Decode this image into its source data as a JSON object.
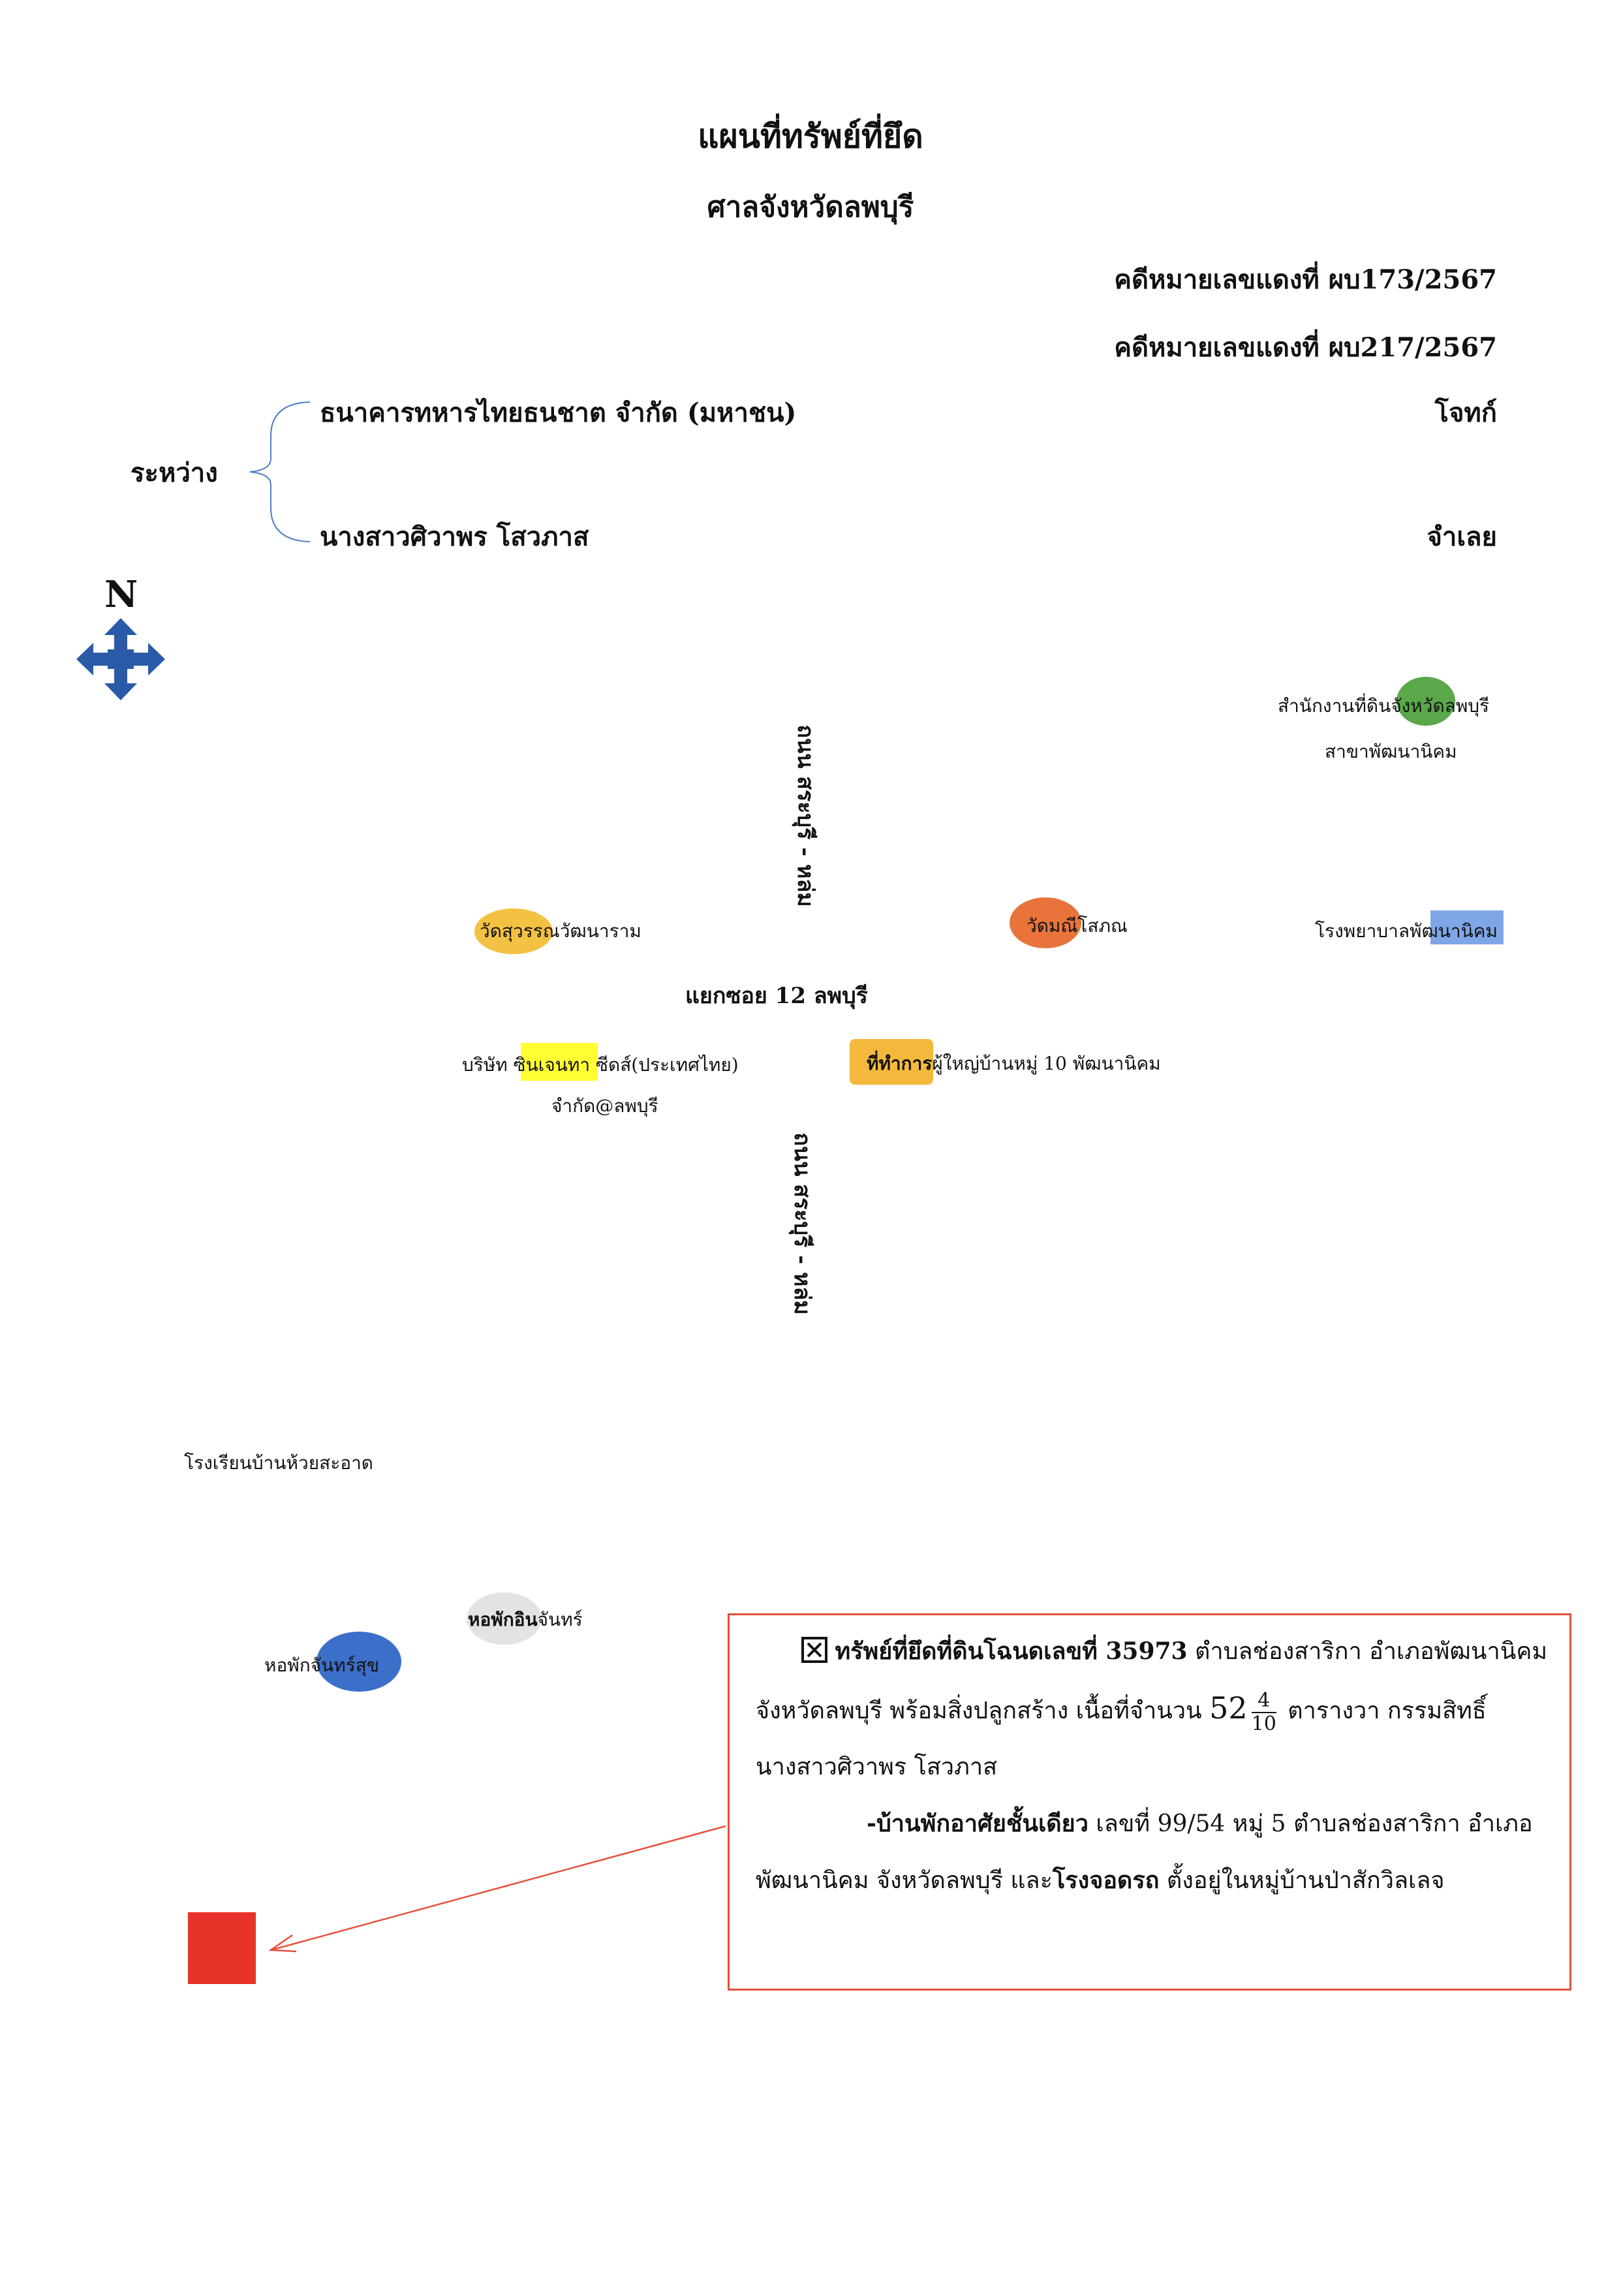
{
  "header": {
    "title": "แผนที่ทรัพย์ที่ยึด",
    "court": "ศาลจังหวัดลพบุรี",
    "case_no_1": "คดีหมายเลขแดงที่ ผบ173/2567",
    "case_no_2": "คดีหมายเลขแดงที่ ผบ217/2567"
  },
  "parties": {
    "between_label": "ระหว่าง",
    "plaintiff": "ธนาคารทหารไทยธนชาต จำกัด (มหาชน)",
    "plaintiff_role": "โจทก์",
    "defendant": "นางสาวศิวาพร โสวภาส",
    "defendant_role": "จำเลย"
  },
  "compass": {
    "label": "N",
    "icon": "compass-arrows-icon",
    "color": "#2a5aa8"
  },
  "map": {
    "road_north": "ถนน สระบุรี - หล่ม",
    "road_south": "ถนน สระบุรี - หล่ม",
    "intersection": "แยกซอย 12 ลพบุรี",
    "landmarks": {
      "land_office_1": "สำนักงานที่ดินจังหวัดลพบุรี",
      "land_office_2": "สาขาพัฒนานิคม",
      "wat_suwan": "วัดสุวรรณวัฒนาราม",
      "wat_mani": "วัดมณีโสภณ",
      "hospital": "โรงพยาบาลพัฒนานิคม",
      "company_prefix": "บริษัท",
      "company_hl": "ซินเจนทา",
      "company_suffix": "ซีดส์(ประเทศไทย)",
      "company_line2": "จำกัด@ลพบุรี",
      "village_office_hl": "ที่ทำการ",
      "village_office_rest": "ผู้ใหญ่บ้านหมู่ 10 พัฒนานิคม",
      "school": "โรงเรียนบ้านห้วยสะอาด",
      "dorm_in": "หอพักอินจันทร์",
      "dorm_in_bold": "หอพักอิน",
      "dorm_in_rest": "จันทร์",
      "dorm_chan": "หอพักจันทร์สุข"
    },
    "colors": {
      "green": "#5aa84a",
      "orange": "#e8743b",
      "yellow_oval": "#f4c242",
      "blue_hl": "#7fa6e6",
      "yellow_hl": "#ffff33",
      "gold_hl": "#f4b93c",
      "blue_oval": "#3b6fc9",
      "grey_oval": "#e3e3e6",
      "property": "#e8332a"
    }
  },
  "property_box": {
    "check_icon": "checkbox-x-icon",
    "line1_bold": "ทรัพย์ที่ยึดที่ดินโฉนดเลขที่ 35973",
    "line1_rest": "ตำบลช่องสาริกา อำเภอพัฒนานิคม",
    "line2_prefix": "จังหวัดลพบุรี พร้อมสิ่งปลูกสร้าง เนื้อที่จำนวน",
    "area_whole": "52",
    "area_num": "4",
    "area_den": "10",
    "line2_suffix": "ตารางวา กรรมสิทธิ์",
    "line3": "นางสาวศิวาพร โสวภาส",
    "line4_bold": "-บ้านพักอาศัยชั้นเดียว",
    "line4_rest": "เลขที่ 99/54 หมู่ 5 ตำบลช่องสาริกา อำเภอ",
    "line5_prefix": "พัฒนานิคม จังหวัดลพบุรี และ",
    "line5_bold": "โรงจอดรถ",
    "line5_rest": "ตั้งอยู่ในหมู่บ้านป่าสักวิลเลจ"
  }
}
